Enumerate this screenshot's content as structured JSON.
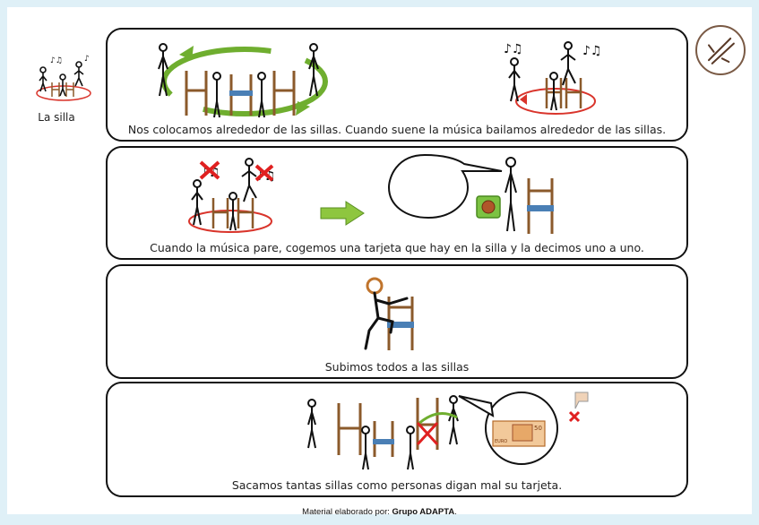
{
  "side": {
    "title": "La silla"
  },
  "steps": [
    {
      "caption": "Nos colocamos alrededor de las sillas. Cuando suene la música bailamos alrededor de las sillas."
    },
    {
      "caption": "Cuando la música pare, cogemos una tarjeta que hay en la silla y la decimos uno a uno."
    },
    {
      "caption": "Subimos todos a las sillas"
    },
    {
      "caption": "Sacamos tantas sillas como personas digan mal su tarjeta."
    }
  ],
  "footer": {
    "prefix": "Material elaborado por: ",
    "author": "Grupo  ADAPTA",
    "suffix": "."
  },
  "colors": {
    "background": "#dff0f7",
    "panel_border": "#111111",
    "chair_wood": "#8b5a2b",
    "chair_seat": "#4a7fb5",
    "circle_red": "#d9342b",
    "arrow_green": "#6fae2f",
    "logo_brown": "#7a5a45",
    "cross_red": "#e02020"
  },
  "icons": [
    "dancing-chairs-icon",
    "scissors-logo-icon",
    "chair-icon",
    "person-icon",
    "music-notes-icon",
    "green-arrow-icon",
    "speech-bubble-icon",
    "card-icon",
    "banknote-icon",
    "red-cross-icon",
    "thumb-down-icon"
  ]
}
